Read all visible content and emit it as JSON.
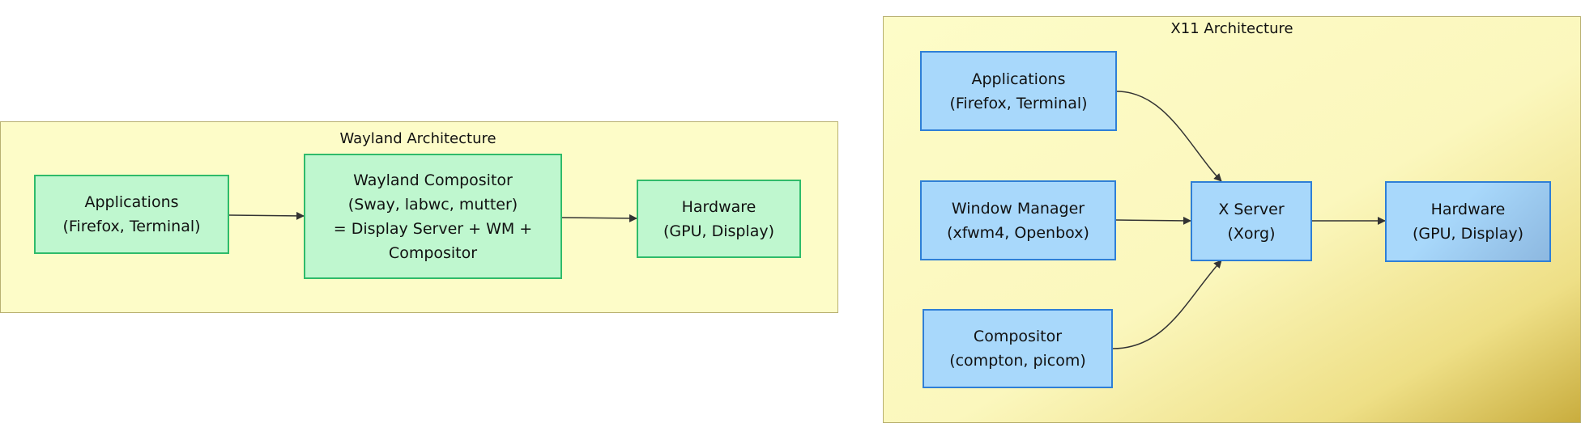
{
  "wayland": {
    "title": "Wayland Architecture",
    "applications": {
      "line1": "Applications",
      "line2": "(Firefox, Terminal)"
    },
    "compositor": {
      "line1": "Wayland Compositor",
      "line2": "(Sway, labwc, mutter)",
      "line3": "= Display Server + WM +",
      "line4": "Compositor"
    },
    "hardware": {
      "line1": "Hardware",
      "line2": "(GPU, Display)"
    }
  },
  "x11": {
    "title": "X11 Architecture",
    "applications": {
      "line1": "Applications",
      "line2": "(Firefox, Terminal)"
    },
    "window_manager": {
      "line1": "Window Manager",
      "line2": "(xfwm4, Openbox)"
    },
    "compositor": {
      "line1": "Compositor",
      "line2": "(compton, picom)"
    },
    "x_server": {
      "line1": "X Server",
      "line2": "(Xorg)"
    },
    "hardware": {
      "line1": "Hardware",
      "line2": "(GPU, Display)"
    }
  },
  "colors": {
    "group_fill": "#fdfcc8",
    "wayland_node_fill": "#bff7cf",
    "wayland_node_border": "#2fbb6a",
    "x11_node_fill": "#a8d8fb",
    "x11_node_border": "#2f7fd6",
    "edge": "#333333"
  },
  "edges": [
    {
      "from": "wayland.applications",
      "to": "wayland.compositor"
    },
    {
      "from": "wayland.compositor",
      "to": "wayland.hardware"
    },
    {
      "from": "x11.applications",
      "to": "x11.x_server"
    },
    {
      "from": "x11.window_manager",
      "to": "x11.x_server"
    },
    {
      "from": "x11.compositor",
      "to": "x11.x_server"
    },
    {
      "from": "x11.x_server",
      "to": "x11.hardware"
    }
  ]
}
